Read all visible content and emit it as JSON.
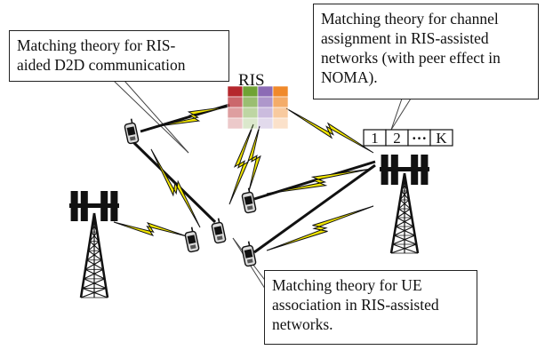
{
  "callouts": {
    "d2d": {
      "lines": [
        "Matching theory for RIS-",
        "aided D2D communication"
      ]
    },
    "channel": {
      "lines": [
        "Matching theory for channel",
        "assignment in RIS-assisted",
        "networks (with peer effect in",
        "NOMA)."
      ]
    },
    "ue": {
      "lines": [
        "Matching theory for UE",
        "association in RIS-assisted",
        "networks."
      ]
    }
  },
  "ris": {
    "label": "RIS"
  },
  "channels": [
    "1",
    "2",
    "…",
    "K"
  ],
  "colors": {
    "link_solid": "#111111",
    "link_wireless": "#f2e600",
    "ris_col1": "#b5272d",
    "ris_col2": "#6fa334",
    "ris_col3": "#8c6bb5",
    "ris_col4": "#f0892a"
  },
  "icons": [
    "tower-icon",
    "ris-panel-icon",
    "ue-phone-icon",
    "lightning-link-icon"
  ]
}
